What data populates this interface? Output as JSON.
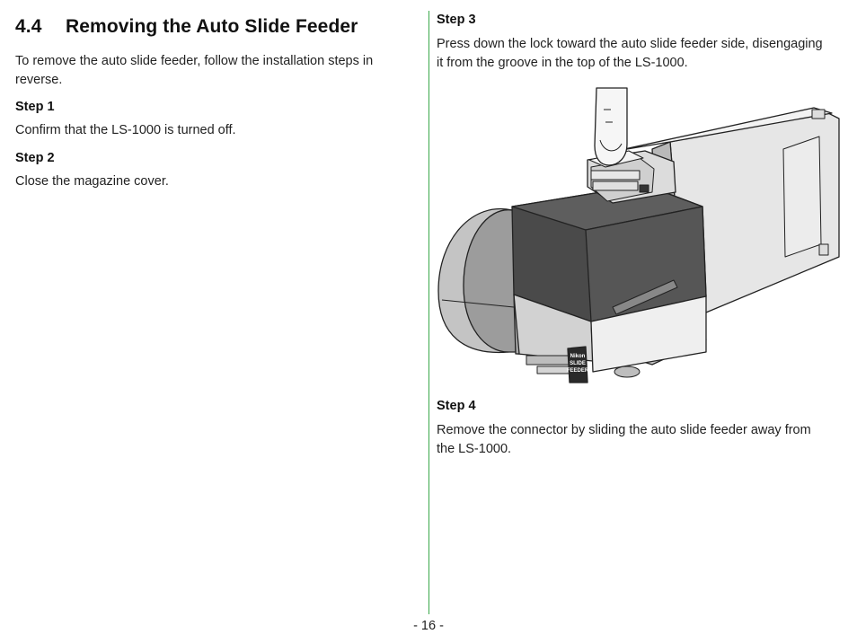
{
  "section": {
    "number": "4.4",
    "title": "Removing the Auto Slide Feeder"
  },
  "intro": "To remove the auto slide feeder, follow the installation steps in reverse.",
  "steps": [
    {
      "heading": "Step 1",
      "text": "Confirm that the LS-1000 is turned off."
    },
    {
      "heading": "Step 2",
      "text": "Close the magazine cover."
    },
    {
      "heading": "Step 3",
      "text": "Press down the lock toward the auto slide feeder side, disengaging it from the groove in the top of the LS-1000."
    },
    {
      "heading": "Step 4",
      "text": "Remove the connector by sliding the auto slide feeder away from the LS-1000."
    }
  ],
  "illustration": {
    "badge_lines": [
      "Nikon",
      "SLIDE",
      "FEEDER"
    ]
  },
  "page_number": "- 16 -",
  "colors": {
    "divider": "#3aa84a"
  }
}
